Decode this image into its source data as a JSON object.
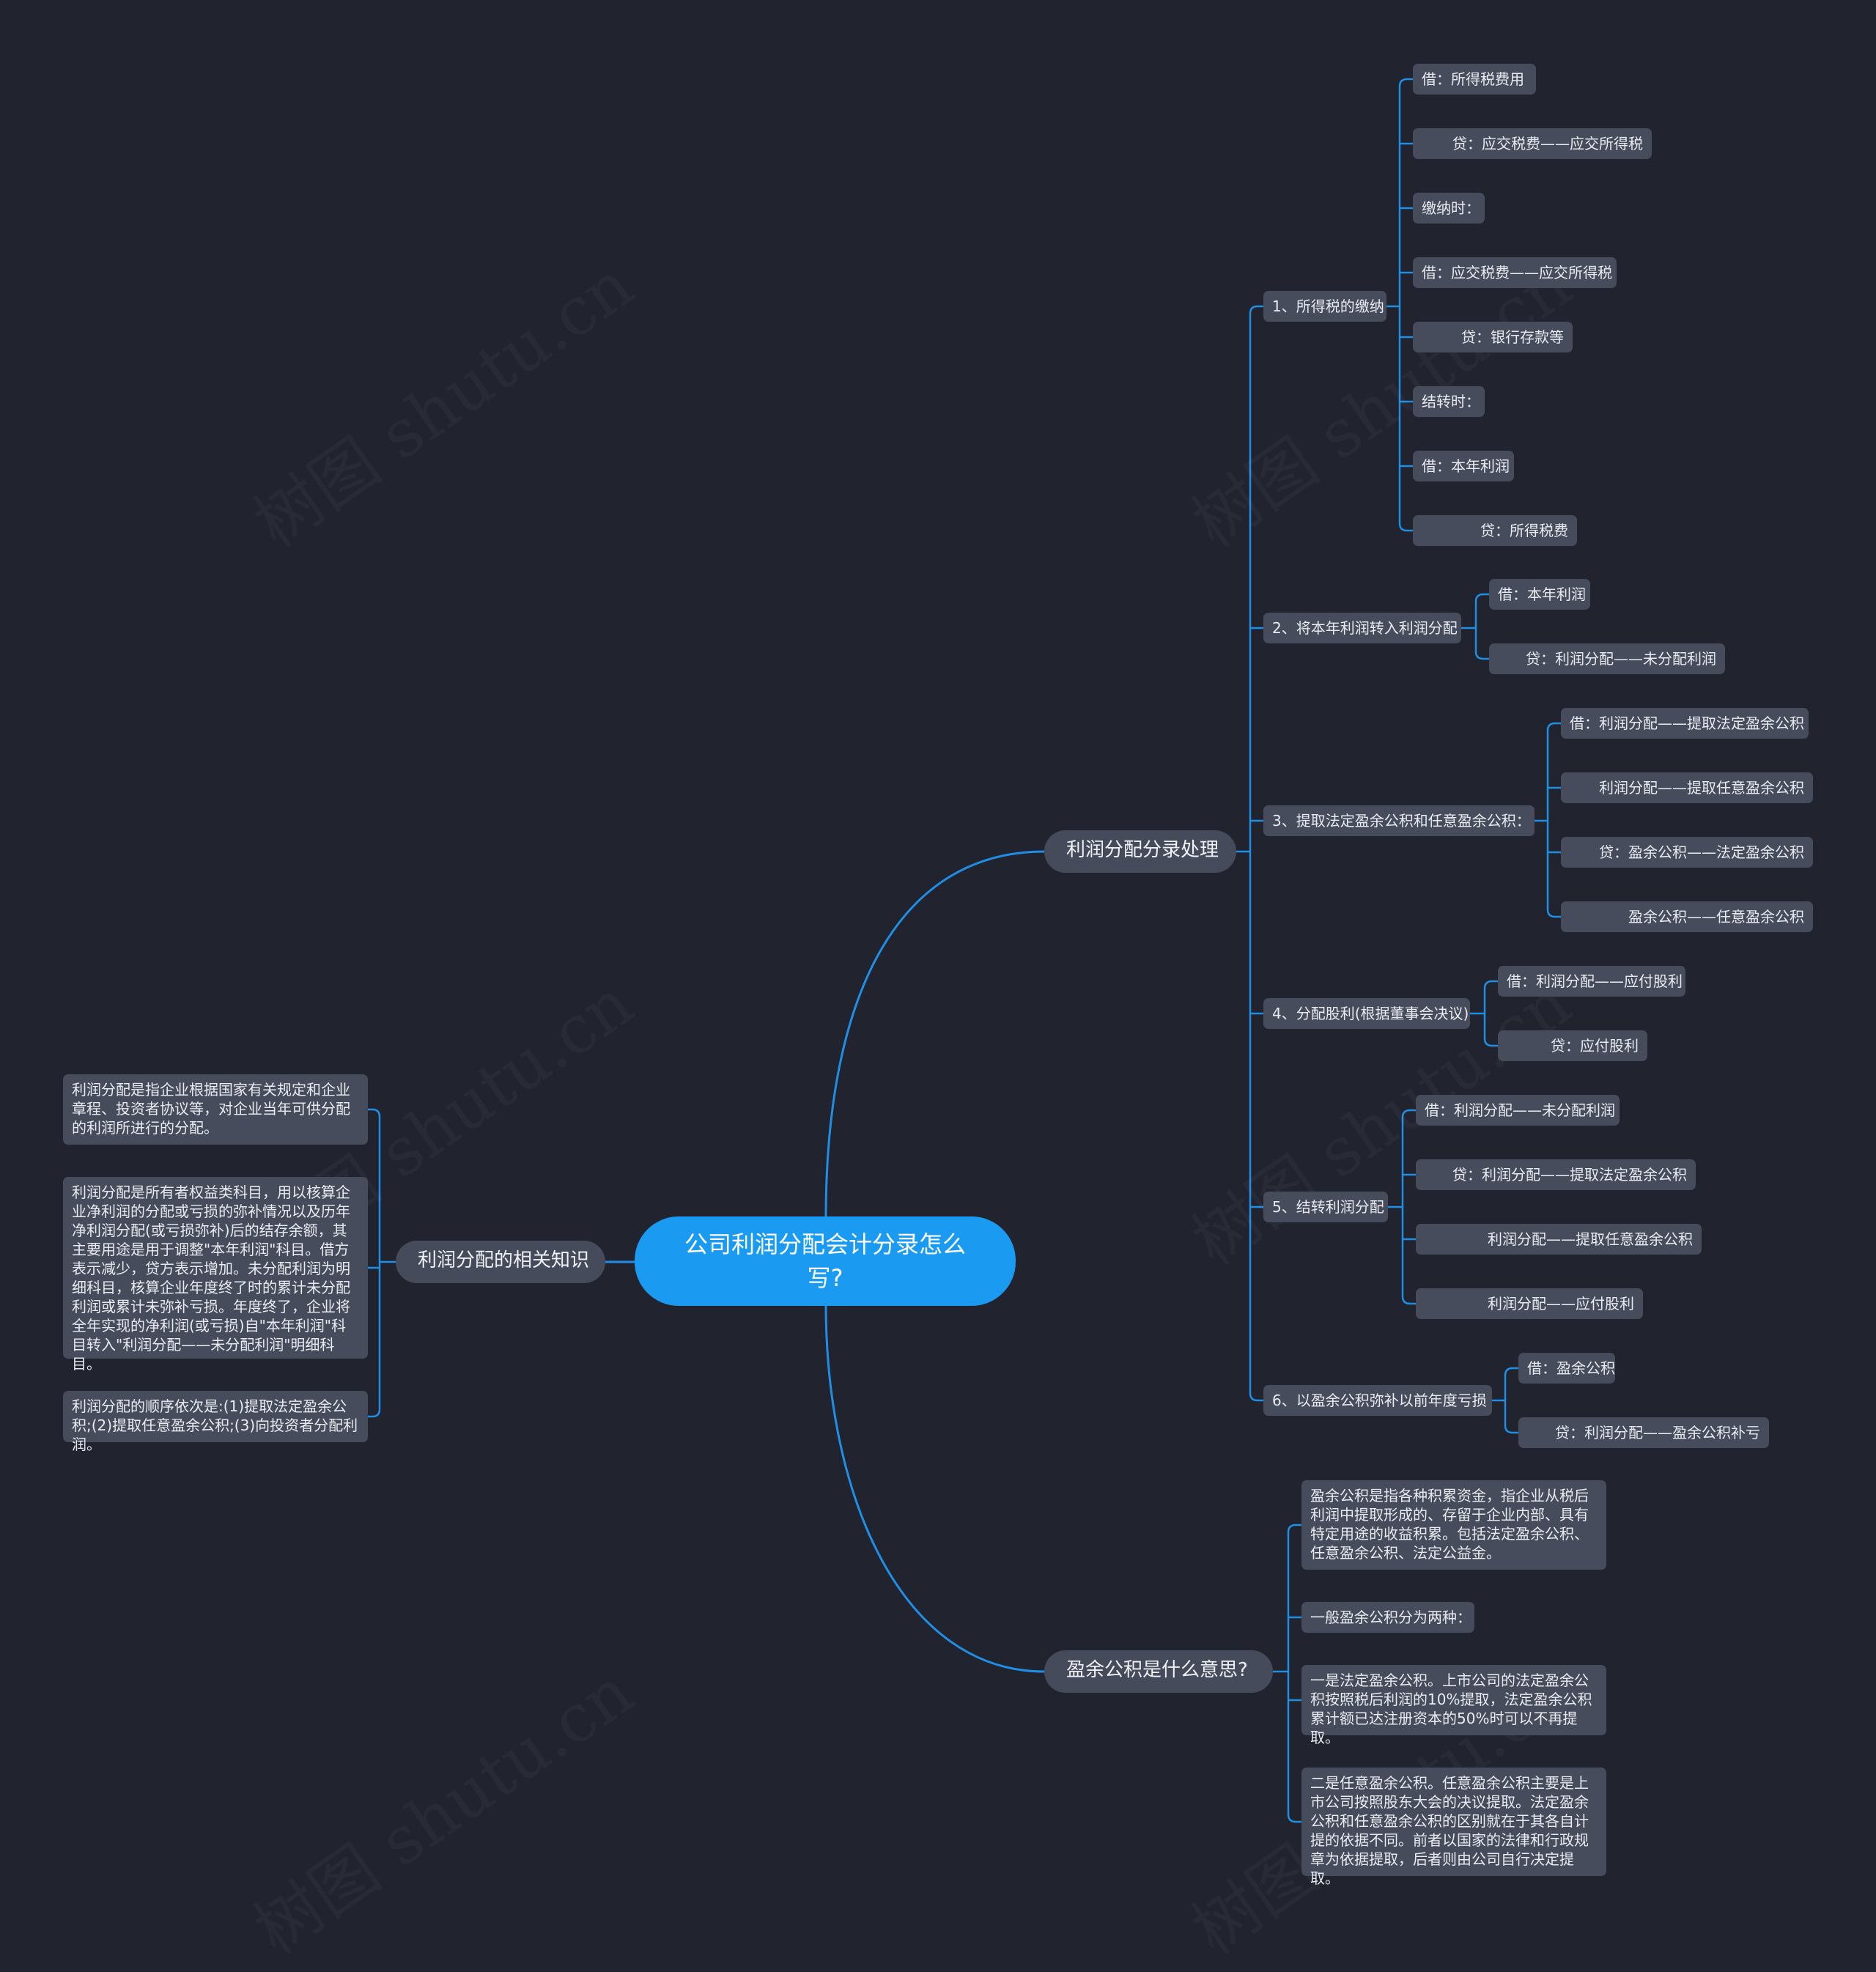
{
  "root": {
    "label": "公司利润分配会计分录怎么写?"
  },
  "branches": {
    "accounting": {
      "label": "利润分配分录处理",
      "groups": [
        {
          "label": "1、所得税的缴纳",
          "items": [
            "借：所得税费用",
            "贷：应交税费——应交所得税",
            "缴纳时：",
            "借：应交税费——应交所得税",
            "贷：银行存款等",
            "结转时：",
            "借：本年利润",
            "贷：所得税费"
          ]
        },
        {
          "label": "2、将本年利润转入利润分配",
          "items": [
            "借：本年利润",
            "贷：利润分配——未分配利润"
          ]
        },
        {
          "label": "3、提取法定盈余公积和任意盈余公积：",
          "items": [
            "借：利润分配——提取法定盈余公积",
            "利润分配——提取任意盈余公积",
            "贷：盈余公积——法定盈余公积",
            "盈余公积——任意盈余公积"
          ]
        },
        {
          "label": "4、分配股利(根据董事会决议)",
          "items": [
            "借：利润分配——应付股利",
            "贷：应付股利"
          ]
        },
        {
          "label": "5、结转利润分配",
          "items": [
            "借：利润分配——未分配利润",
            "贷：利润分配——提取法定盈余公积",
            "利润分配——提取任意盈余公积",
            "利润分配——应付股利"
          ]
        },
        {
          "label": "6、以盈余公积弥补以前年度亏损",
          "items": [
            "借：盈余公积",
            "贷：利润分配——盈余公积补亏"
          ]
        }
      ]
    },
    "surplus": {
      "label": "盈余公积是什么意思?",
      "items": [
        "盈余公积是指各种积累资金，指企业从税后利润中提取形成的、存留于企业内部、具有特定用途的收益积累。包括法定盈余公积、任意盈余公积、法定公益金。",
        "一般盈余公积分为两种：",
        "一是法定盈余公积。上市公司的法定盈余公积按照税后利润的10%提取，法定盈余公积累计额已达注册资本的50%时可以不再提取。",
        "二是任意盈余公积。任意盈余公积主要是上市公司按照股东大会的决议提取。法定盈余公积和任意盈余公积的区别就在于其各自计提的依据不同。前者以国家的法律和行政规章为依据提取，后者则由公司自行决定提取。"
      ]
    },
    "knowledge": {
      "label": "利润分配的相关知识",
      "items": [
        "利润分配是指企业根据国家有关规定和企业章程、投资者协议等，对企业当年可供分配的利润所进行的分配。",
        "利润分配是所有者权益类科目，用以核算企业净利润的分配或亏损的弥补情况以及历年净利润分配(或亏损弥补)后的结存余额，其主要用途是用于调整\"本年利润\"科目。借方表示减少，贷方表示增加。未分配利润为明细科目，核算企业年度终了时的累计未分配利润或累计未弥补亏损。年度终了，企业将全年实现的净利润(或亏损)自\"本年利润\"科目转入\"利润分配——未分配利润\"明细科目。",
        "利润分配的顺序依次是:(1)提取法定盈余公积;(2)提取任意盈余公积;(3)向投资者分配利润。"
      ]
    }
  },
  "watermark": "树图 shutu.cn",
  "colors": {
    "background": "#21232f",
    "root": "#1a9bf1",
    "node": "#474c5c",
    "link": "#1f8fe6"
  }
}
